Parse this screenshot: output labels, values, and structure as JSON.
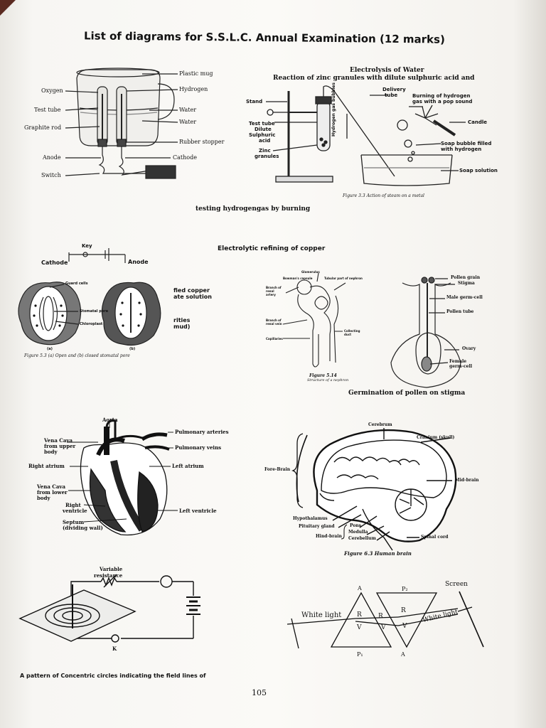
{
  "page": {
    "title": "List of diagrams for S.S.L.C. Annual Examination (12 marks)",
    "page_number": "105"
  },
  "electrolysis_water": {
    "labels": [
      "Plastic mug",
      "Hydrogen",
      "Water",
      "Water",
      "Rubber stopper",
      "Cathode",
      "Oxygen",
      "Test tube",
      "Graphite rod",
      "Anode",
      "Switch"
    ]
  },
  "zinc_reaction": {
    "heading1": "Electrolysis of Water",
    "heading2": "Reaction of zinc granules with dilute sulphuric acid and",
    "labels": [
      "Stand",
      "Test tube",
      "Dilute",
      "Sulphuric",
      "acid",
      "Zinc",
      "granules",
      "Delivery",
      "tube",
      "Hydrogen gas bubbles",
      "Burning of hydrogen",
      "gas with a pop sound",
      "Candle",
      "Soap bubble filled",
      "with hydrogen",
      "Soap solution"
    ],
    "figure_caption": "Figure 3.3 Action of steam on a metal",
    "caption": "testing hydrogengas by burning"
  },
  "copper_refining": {
    "title": "Electrolytic refining of copper",
    "labels": [
      "Key",
      "Cathode",
      "Anode",
      "fied copper",
      "ate solution",
      "rities",
      "mud)"
    ]
  },
  "stomata": {
    "labels": [
      "Guard cells",
      "Stomatal pore",
      "Chloroplast",
      "(a)",
      "(b)"
    ],
    "caption": "Figure 5.3 (a) Open and (b) closed stomatal pore"
  },
  "nephron": {
    "labels": [
      "Glomerulus",
      "Bowman's capsule",
      "Tubular part of nephron",
      "Branch of renal artery",
      "Branch of renal vein",
      "Capillaries",
      "Collecting duct"
    ],
    "caption_line1": "Figure 5.14",
    "caption_line2": "Structure of a nephron"
  },
  "pollen": {
    "labels": [
      "Pollen grain",
      "Stigma",
      "Male germ-cell",
      "Pollen tube",
      "Ovary",
      "Female",
      "germ-cell"
    ],
    "caption": "Germination of pollen on stigma"
  },
  "heart": {
    "labels": [
      "Aorta",
      "Pulmonary arteries",
      "Pulmonary veins",
      "Vena Cava",
      "from upper",
      "body",
      "Right atrium",
      "Left atrium",
      "Vena Cava",
      "from lower",
      "body",
      "Right",
      "ventricle",
      "Left ventricle",
      "Septum",
      "(dividing wall)"
    ]
  },
  "brain": {
    "labels": [
      "Cerebrum",
      "Cranium (skull)",
      "Fore-Brain",
      "Mid-brain",
      "Hypothalamus",
      "Pituitary gland",
      "Hind-brain",
      "Pons",
      "Medulla",
      "Cerebellum",
      "Spinal cord"
    ],
    "caption": "Figure 6.3 Human brain"
  },
  "circuit": {
    "labels": [
      "Variable",
      "resistance",
      "K"
    ],
    "caption": "A pattern of Concentric circles indicating the field lines of"
  },
  "prism": {
    "labels": [
      "Screen",
      "White light",
      "White light",
      "A",
      "P₂",
      "R",
      "R",
      "R",
      "V",
      "V",
      "V",
      "P₁",
      "A"
    ]
  }
}
